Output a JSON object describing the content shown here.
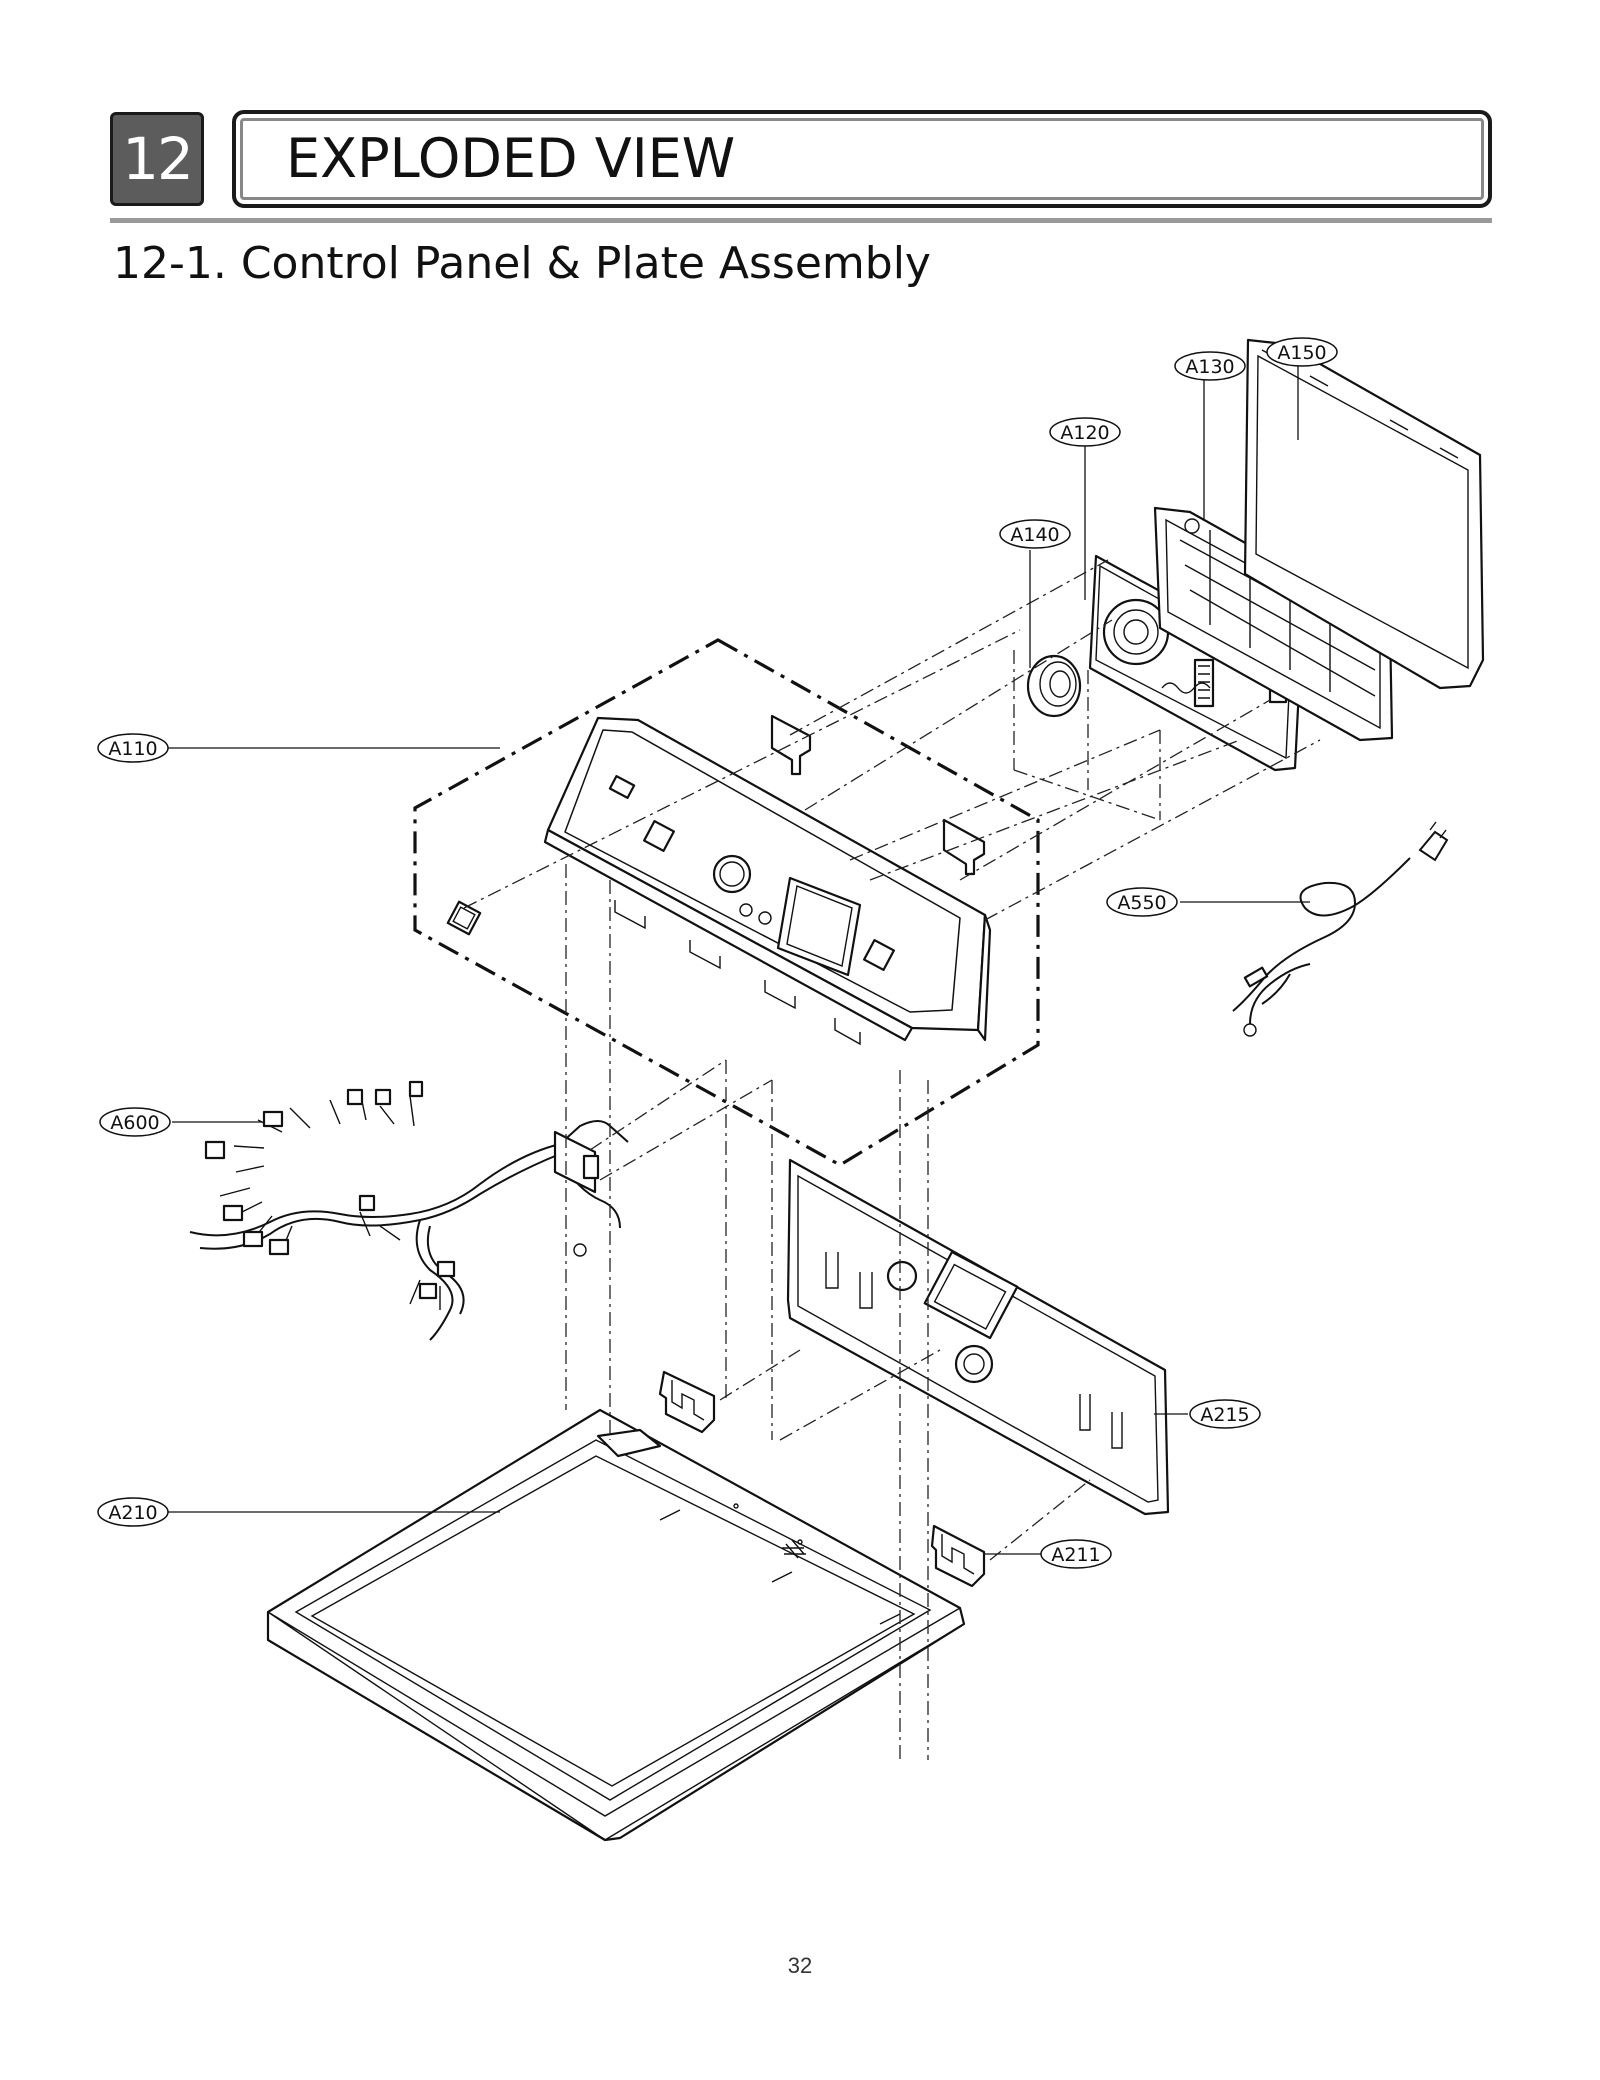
{
  "section": {
    "number": "12",
    "title": "EXPLODED VIEW"
  },
  "subsection": {
    "title": "12-1. Control Panel & Plate Assembly"
  },
  "labels": {
    "A110": "A110",
    "A120": "A120",
    "A130": "A130",
    "A140": "A140",
    "A150": "A150",
    "A210": "A210",
    "A211": "A211",
    "A215": "A215",
    "A550": "A550",
    "A600": "A600"
  },
  "page_number": "32"
}
